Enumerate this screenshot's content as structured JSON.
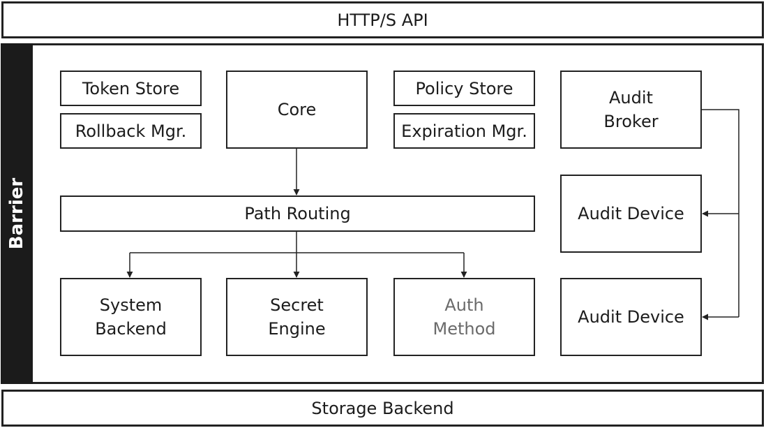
{
  "api": {
    "label": "HTTP/S API"
  },
  "barrier": {
    "label": "Barrier"
  },
  "storage": {
    "label": "Storage Backend"
  },
  "components": {
    "token_store": "Token Store",
    "rollback_mgr": "Rollback Mgr.",
    "core": "Core",
    "policy_store": "Policy Store",
    "expiration_mgr": "Expiration Mgr.",
    "audit_broker": "Audit\nBroker",
    "path_routing": "Path Routing",
    "audit_device_1": "Audit Device",
    "audit_device_2": "Audit Device",
    "system_backend": "System\nBackend",
    "secret_engine": "Secret\nEngine",
    "auth_method": "Auth\nMethod"
  },
  "colors": {
    "stroke": "#222222",
    "barrier_band": "#1b1b1b",
    "muted_text": "#6a6a6a"
  }
}
